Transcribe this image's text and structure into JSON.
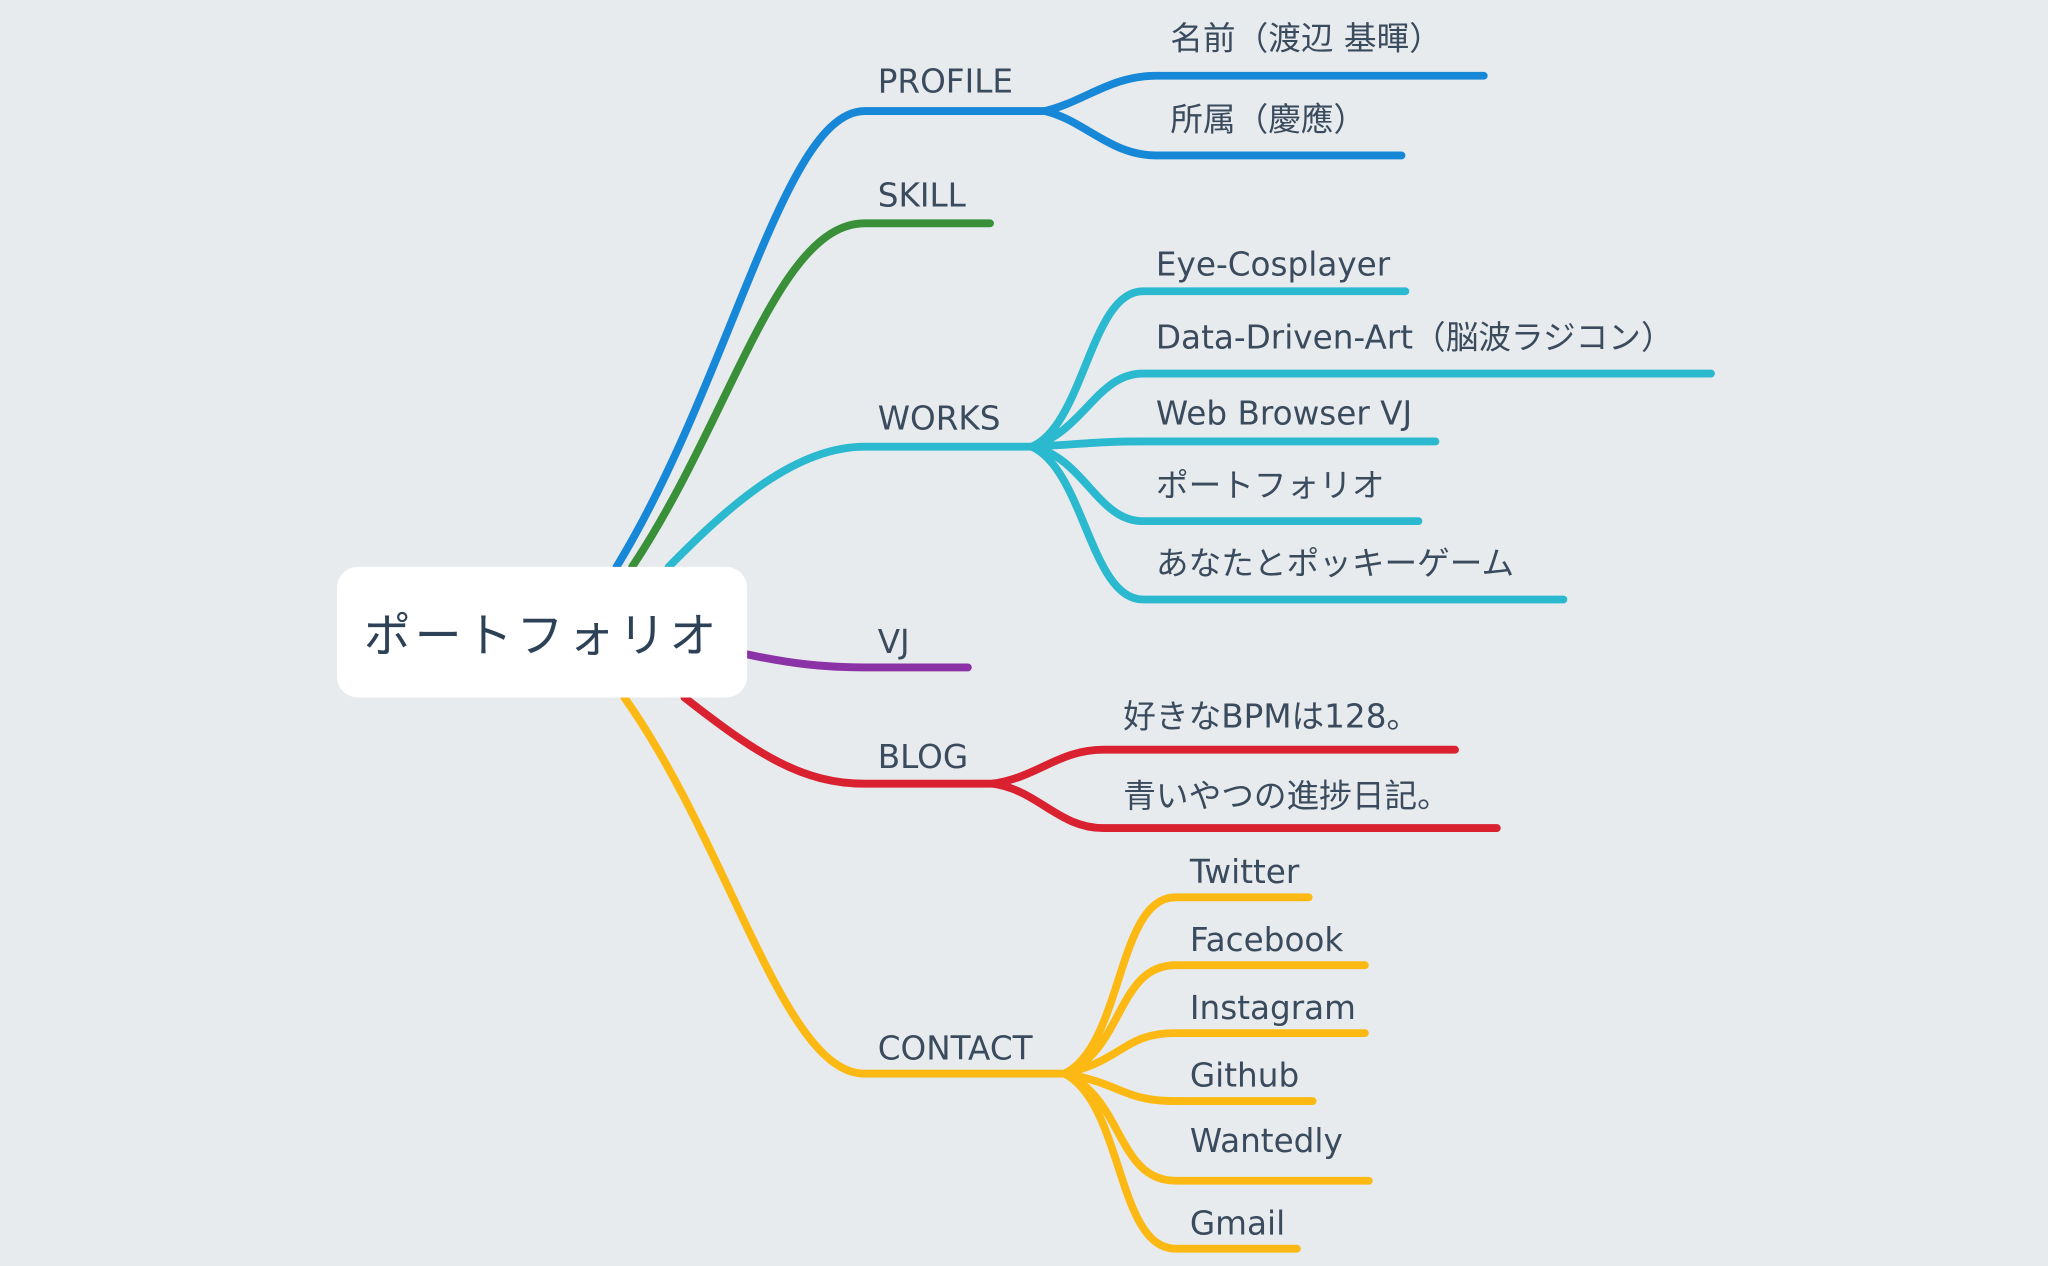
{
  "root": {
    "label": "ポートフォリオ"
  },
  "colors": {
    "profile": "#1787d8",
    "skill": "#3a9038",
    "works": "#2bb9cf",
    "vj": "#8c32a7",
    "blog": "#da2130",
    "contact": "#fcb913"
  },
  "branches": {
    "profile": {
      "label": "PROFILE",
      "children": [
        "名前（渡辺 基暉）",
        "所属（慶應）"
      ]
    },
    "skill": {
      "label": "SKILL",
      "children": []
    },
    "works": {
      "label": "WORKS",
      "children": [
        "Eye-Cosplayer",
        "Data-Driven-Art（脳波ラジコン）",
        "Web Browser VJ",
        "ポートフォリオ",
        "あなたとポッキーゲーム"
      ]
    },
    "vj": {
      "label": "VJ",
      "children": []
    },
    "blog": {
      "label": "BLOG",
      "children": [
        "好きなBPMは128。",
        "青いやつの進捗日記。"
      ]
    },
    "contact": {
      "label": "CONTACT",
      "children": [
        "Twitter",
        "Facebook",
        "Instagram",
        "Github",
        "Wantedly",
        "Gmail"
      ]
    }
  }
}
